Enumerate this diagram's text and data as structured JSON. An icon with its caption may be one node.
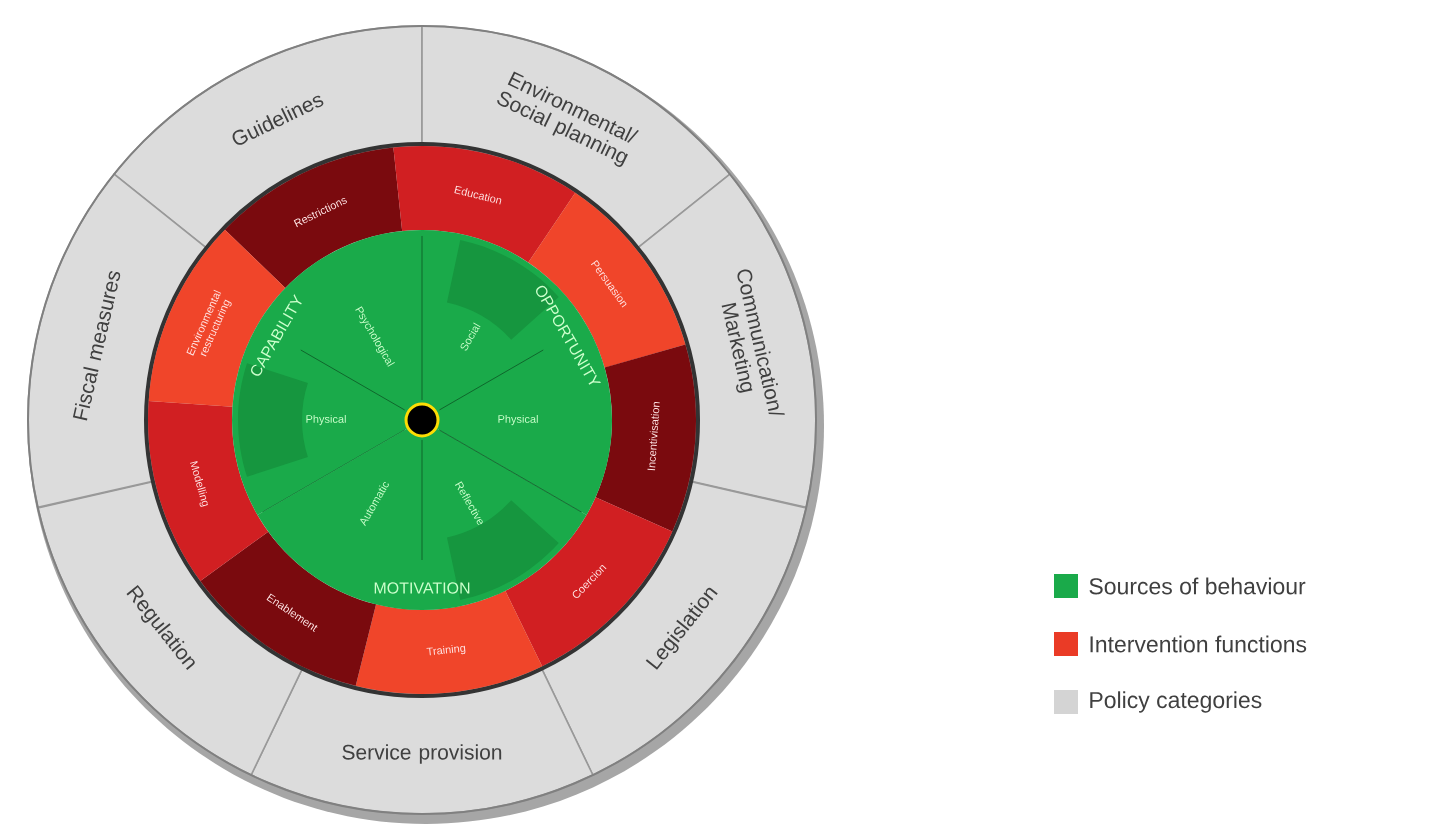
{
  "diagram": {
    "nodes": [
      {
        "text": [
          "Guidelines"
        ]
      },
      {
        "text": [
          "Environmental/ Social planning"
        ]
      },
      {
        "text": [
          "Communication/ Marketing"
        ]
      },
      {
        "text": [
          "Legislation"
        ]
      },
      {
        "text": [
          "Service provision"
        ]
      },
      {
        "text": [
          "Regulation"
        ]
      },
      {
        "text": [
          "Fiscal measures"
        ]
      },
      {
        "text": [
          "Restrictions"
        ]
      },
      {
        "text": [
          "Education"
        ]
      },
      {
        "text": [
          "Persuasion"
        ]
      },
      {
        "text": [
          "Incentivisation"
        ]
      },
      {
        "text": [
          "Coercion"
        ]
      },
      {
        "text": [
          "Training"
        ]
      },
      {
        "text": [
          "Enablement"
        ]
      },
      {
        "text": [
          "Modelling"
        ]
      },
      {
        "text": [
          "Environmental restructuring"
        ]
      },
      {
        "text": [
          "CAPABILITY"
        ]
      },
      {
        "text": [
          "Physical"
        ],
        "in": 16
      },
      {
        "text": [
          "Psychological"
        ],
        "in": 16
      },
      {
        "text": [
          "OPPORTUNITY"
        ]
      },
      {
        "text": [
          "Social"
        ],
        "in": 19
      },
      {
        "text": [
          "Physical"
        ],
        "in": 19
      },
      {
        "text": [
          "MOTIVATION"
        ]
      },
      {
        "text": [
          "Reflective"
        ],
        "in": 22
      },
      {
        "text": [
          "Automatic"
        ],
        "in": 22
      }
    ],
    "legend": [
      {
        "text": "Sources of behaviour",
        "color": "#1aaa4a"
      },
      {
        "text": "Intervention functions",
        "color": "#ea3b26"
      },
      {
        "text": "Policy categories",
        "color": "#d4d4d4"
      }
    ]
  }
}
